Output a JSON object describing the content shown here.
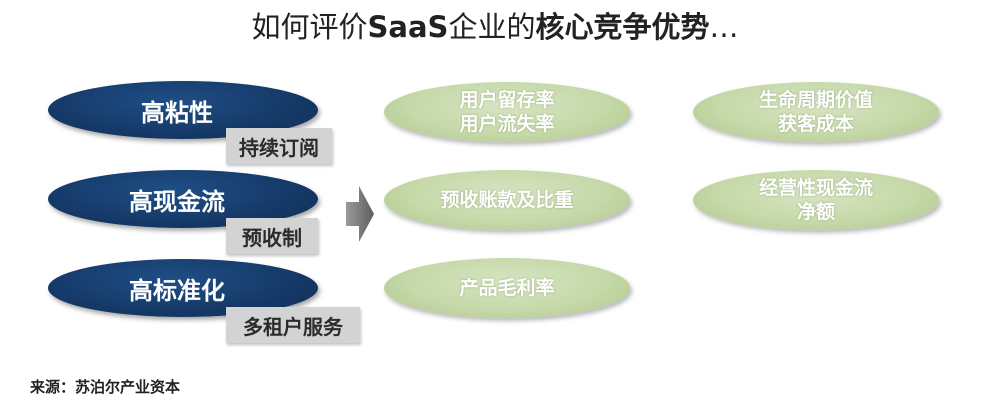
{
  "title": {
    "prefix": "如何评价",
    "saas": "SaaS",
    "mid": "企业的",
    "highlight": "核心竞争优势",
    "suffix": "…"
  },
  "left_items": [
    {
      "label": "高粘性",
      "tag": "持续订阅"
    },
    {
      "label": "高现金流",
      "tag": "预收制"
    },
    {
      "label": "高标准化",
      "tag": "多租户服务"
    }
  ],
  "metrics": [
    {
      "lines": [
        "用户留存率",
        "用户流失率"
      ]
    },
    {
      "lines": [
        "生命周期价值",
        "获客成本"
      ]
    },
    {
      "lines": [
        "预收账款及比重"
      ]
    },
    {
      "lines": [
        "经营性现金流",
        "净额"
      ]
    },
    {
      "lines": [
        "产品毛利率"
      ]
    }
  ],
  "source": "来源：苏泊尔产业资本",
  "colors": {
    "navy": "#163b6a",
    "green": "#c6d9a9",
    "tag_gray": "#d3d3d3",
    "arrow_gray": "#6f6f6f"
  },
  "icons": {
    "arrow": "arrow-right-icon"
  }
}
